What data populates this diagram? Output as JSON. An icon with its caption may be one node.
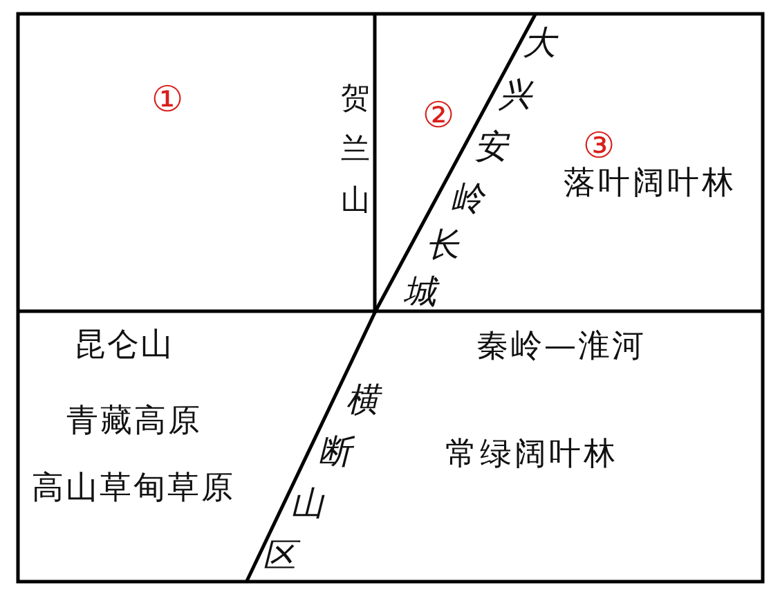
{
  "diagram": {
    "labels": [
      "①",
      "贺兰山",
      "②",
      "大兴安岭",
      "长城",
      "③",
      "落叶阔叶林",
      "昆仑山",
      "秦岭—淮河",
      "横断山区",
      "青藏高原",
      "常绿阔叶林",
      "高山草甸草原"
    ]
  }
}
